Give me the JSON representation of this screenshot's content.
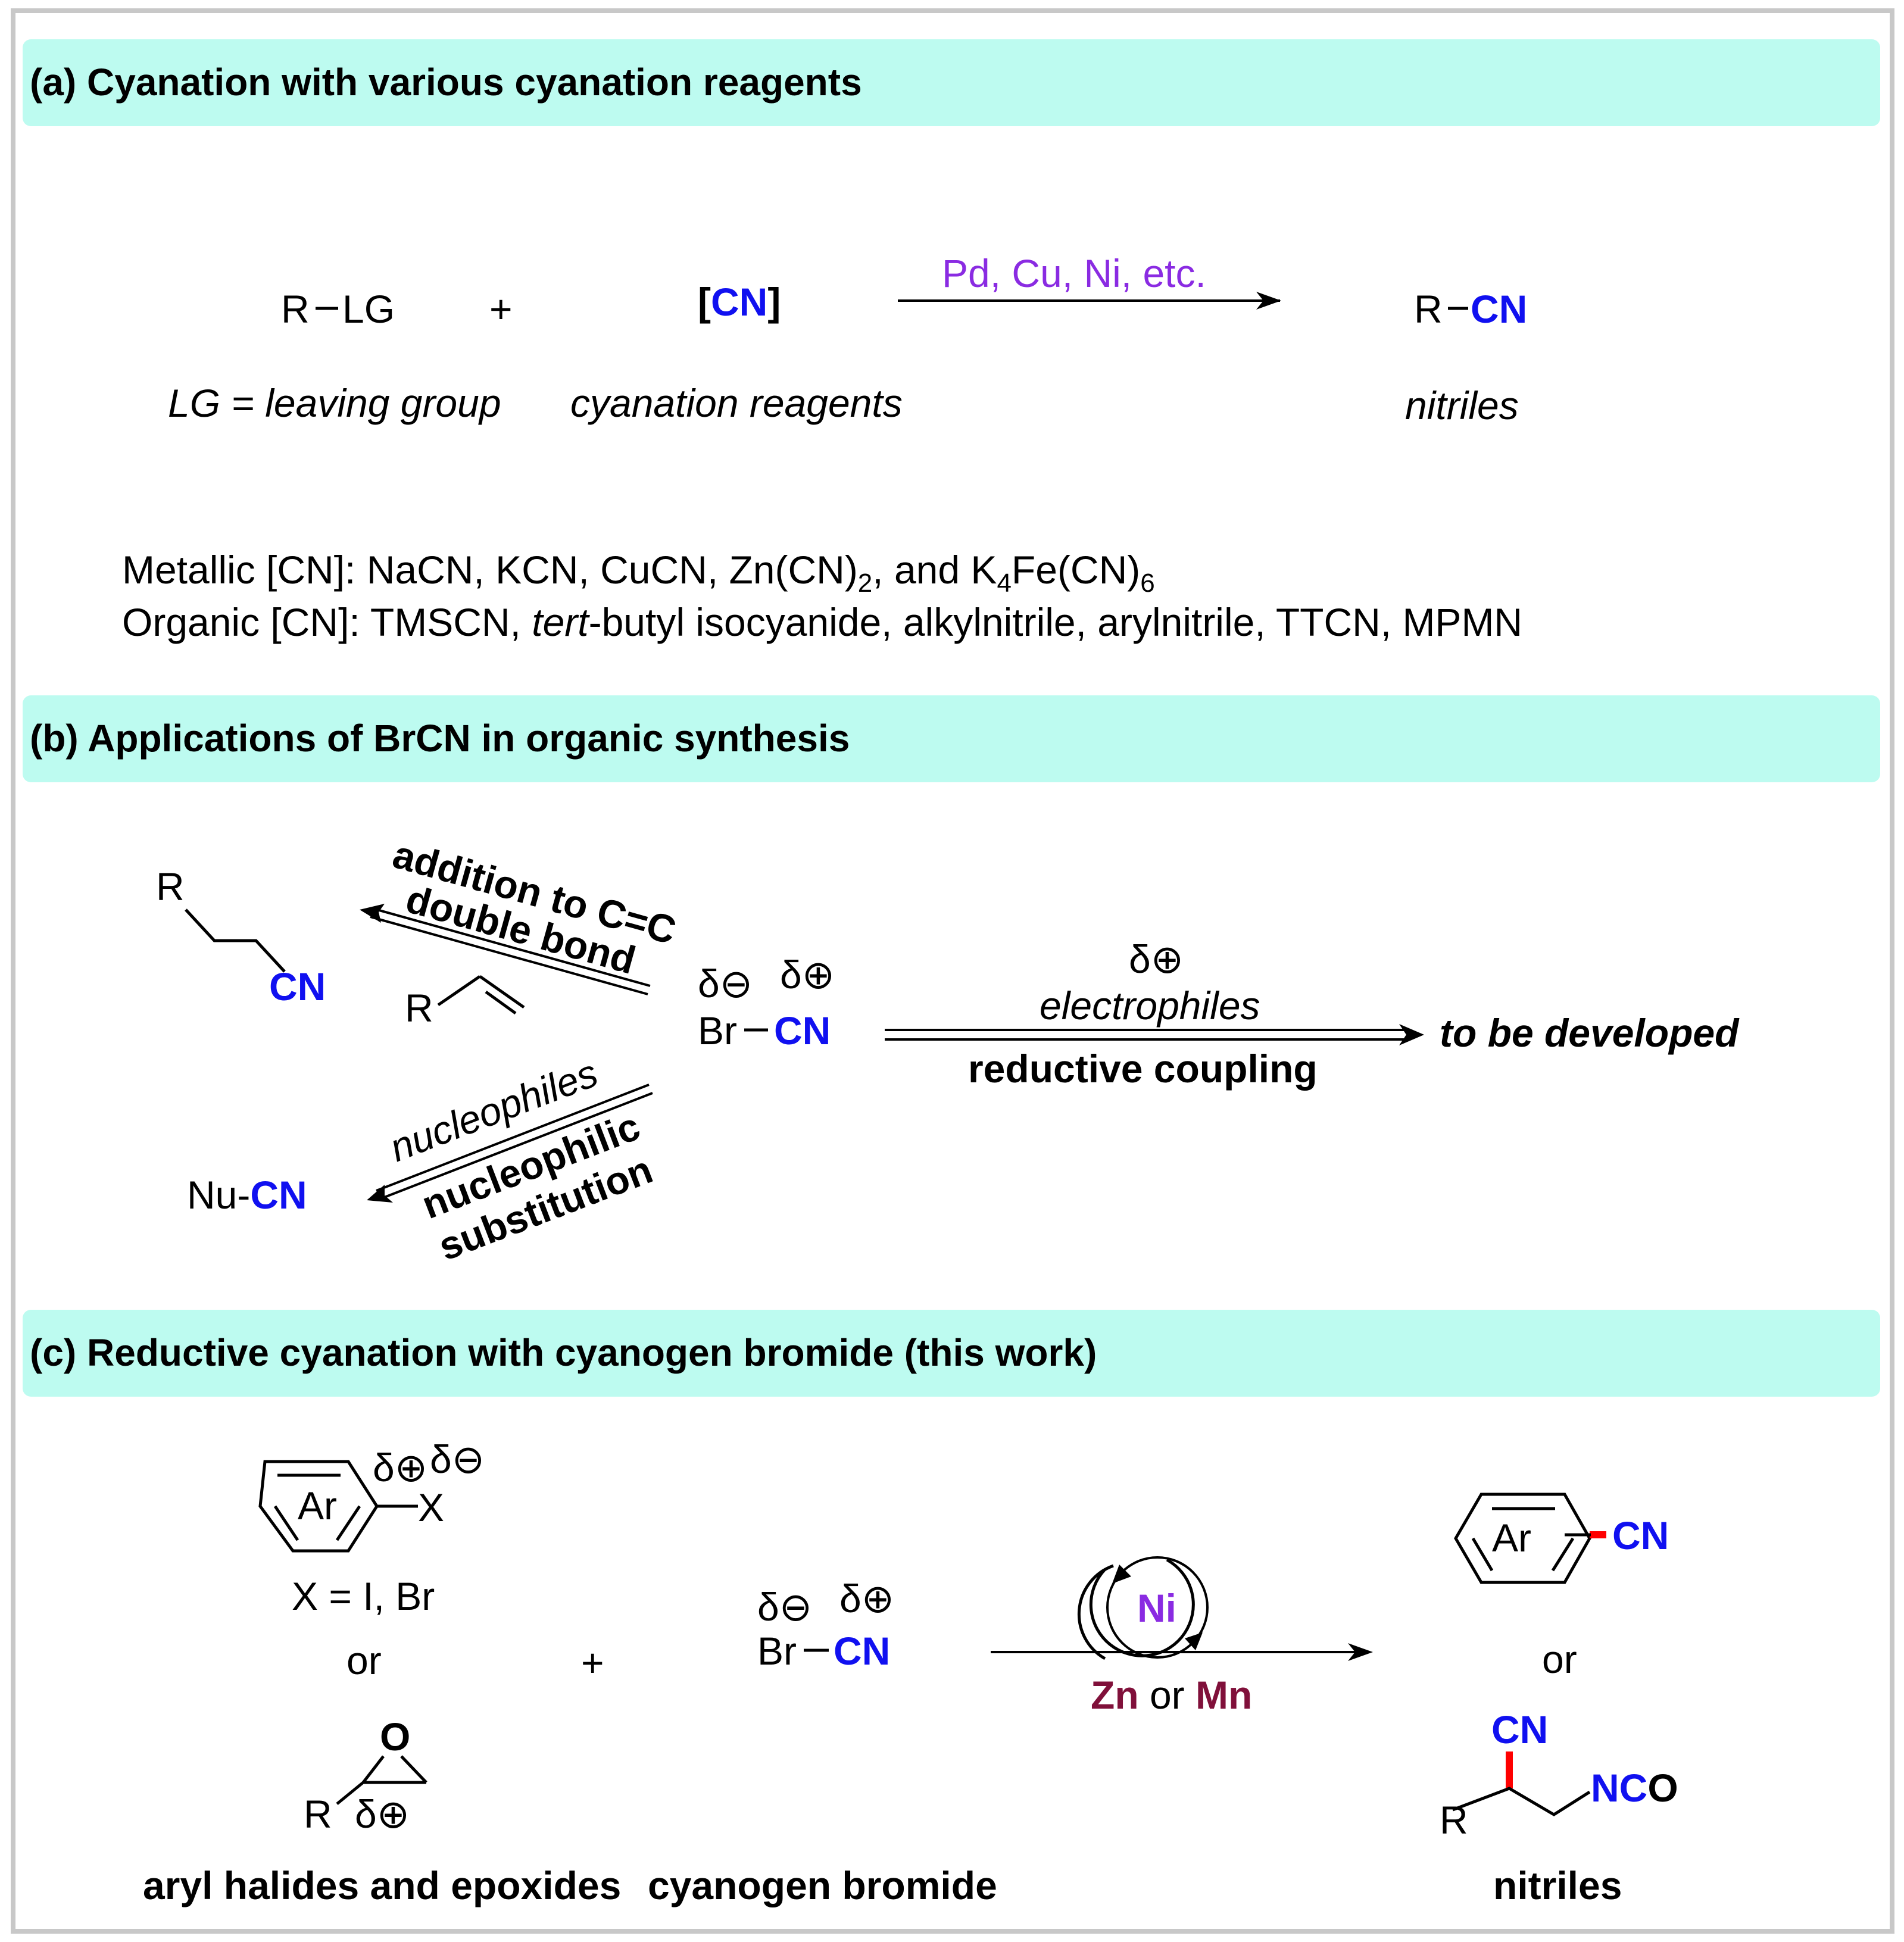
{
  "panel_a": {
    "header": "(a) Cyanation with various cyanation reagents",
    "reactant": "R",
    "reactant_group": "LG",
    "plus": "+",
    "reagent_open": "[",
    "reagent_cn": "CN",
    "reagent_close": "]",
    "arrow_label": "Pd, Cu, Ni, etc.",
    "product_r": "R",
    "product_cn": "CN",
    "caption_lg": "LG = leaving group",
    "caption_reagents": "cyanation reagents",
    "caption_product": "nitriles",
    "metallic_prefix": "Metallic [CN]: NaCN, KCN, CuCN, Zn(CN)",
    "metallic_sub1": "2",
    "metallic_mid": ", and K",
    "metallic_sub2": "4",
    "metallic_mid2": "Fe(CN)",
    "metallic_sub3": "6",
    "organic_prefix": "Organic [CN]: TMSCN, ",
    "organic_tert": "tert",
    "organic_rest": "-butyl isocyanide, alkylnitrile, arylnitrile, TTCN, MPMN"
  },
  "panel_b": {
    "header": "(b) Applications of BrCN in organic synthesis",
    "product_r": "R",
    "product_cn": "CN",
    "alkene_r": "R",
    "addition_line1": "addition to C=C",
    "addition_line2": "double bond",
    "delta_minus": "δ⊖",
    "delta_plus": "δ⊕",
    "br": "Br",
    "cn": "CN",
    "nucleophiles": "nucleophiles",
    "subst_line1": "nucleophilic",
    "subst_line2": "substitution",
    "nu_prefix": "Nu-",
    "nu_cn": "CN",
    "electrophile_delta": "δ⊕",
    "electrophiles": "electrophiles",
    "reductive_coupling": "reductive coupling",
    "to_be_developed": "to be developed"
  },
  "panel_c": {
    "header": "(c) Reductive cyanation with cyanogen bromide (this work)",
    "ar": "Ar",
    "aryl_delta_plus": "δ⊕",
    "aryl_delta_minus": "δ⊖",
    "x_label": "X",
    "x_def": "X = I, Br",
    "or1": "or",
    "epoxide_o": "O",
    "epoxide_r": "R",
    "epoxide_delta": "δ⊕",
    "plus": "+",
    "delta_minus": "δ⊖",
    "delta_plus": "δ⊕",
    "br": "Br",
    "cn": "CN",
    "catalyst": "Ni",
    "reductant_zn": "Zn",
    "reductant_or": " or ",
    "reductant_mn": "Mn",
    "product_ar": "Ar",
    "product_cn": "CN",
    "or2": "or",
    "product2_cn": "CN",
    "product2_r": "R",
    "product2_nc": "NC",
    "product2_o": "O",
    "caption_reactants": "aryl halides and epoxides",
    "caption_reagent": "cyanogen bromide",
    "caption_products": "nitriles"
  },
  "colors": {
    "header_bg": "#bdfbf0",
    "cyano_blue": "#1010f0",
    "catalyst_purple": "#8a2be2",
    "reductant_maroon": "#80103a",
    "new_bond_red": "#ff0000",
    "frame_gray": "#c8c8c8"
  }
}
